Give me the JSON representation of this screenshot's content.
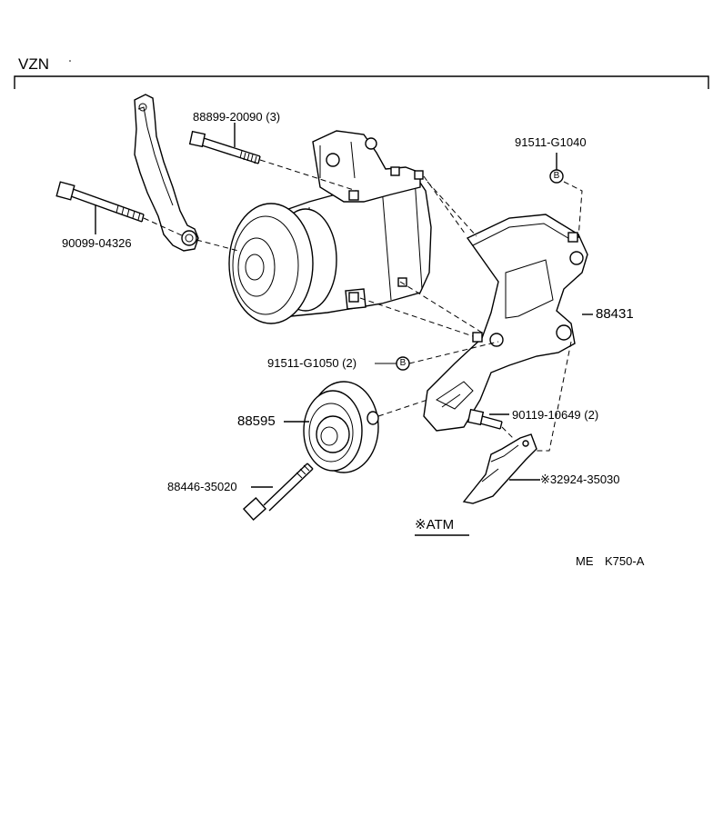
{
  "header": {
    "engine_code": "VZN"
  },
  "parts": {
    "bolt_top": "88899-20090 (3)",
    "bolt_long": "90099-04326",
    "bolt_b_top": "91511-G1040",
    "bracket": "88431",
    "bolt_b_mid": "91511-G1050 (2)",
    "idler_pulley": "88595",
    "bolt_small": "90119-10649 (2)",
    "bracket_atm": "※32924-35030",
    "idler_bolt": "88446-35020"
  },
  "markers": {
    "b_symbol": "B"
  },
  "notes": {
    "atm": "※ATM"
  },
  "footer": {
    "code_prefix": "ME",
    "code": "K750-A"
  }
}
